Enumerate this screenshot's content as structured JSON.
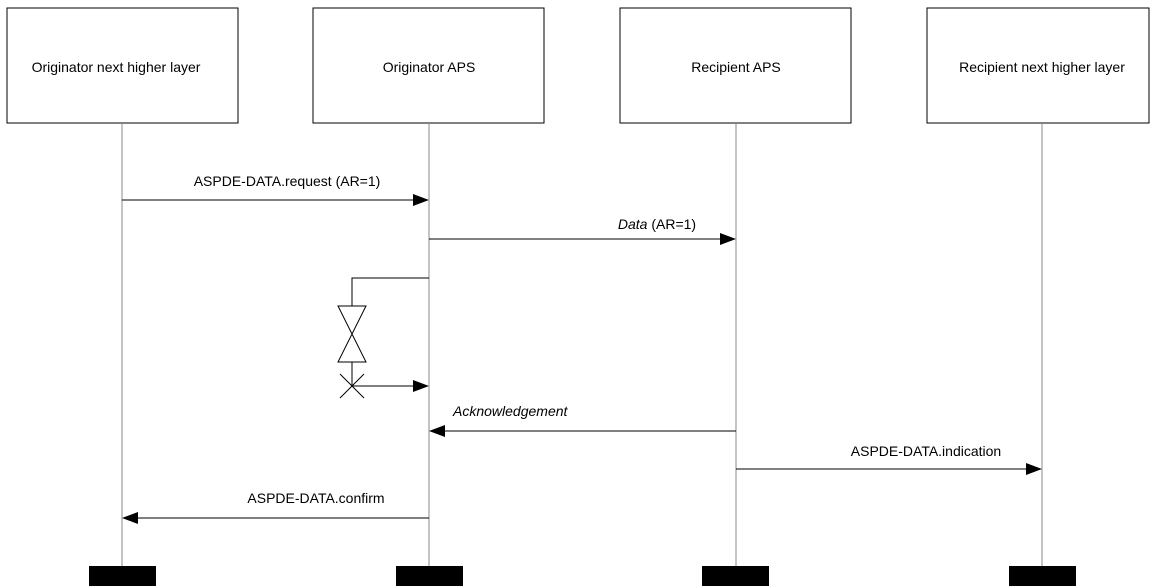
{
  "participants": [
    {
      "label": "Originator next higher layer"
    },
    {
      "label": "Originator APS"
    },
    {
      "label": "Recipient APS"
    },
    {
      "label": "Recipient next higher layer"
    }
  ],
  "messages": [
    {
      "label": "ASPDE-DATA.request (AR=1)",
      "from": 0,
      "to": 1,
      "italic_part": ""
    },
    {
      "label_italic": "Data",
      "label_rest": " (AR=1)",
      "from": 1,
      "to": 2
    },
    {
      "label": "Acknowledgement",
      "from": 2,
      "to": 1,
      "italic": true
    },
    {
      "label": "ASPDE-DATA.indication",
      "from": 2,
      "to": 3
    },
    {
      "label": "ASPDE-DATA.confirm",
      "from": 1,
      "to": 0
    }
  ],
  "timer": {
    "owner": 1
  }
}
